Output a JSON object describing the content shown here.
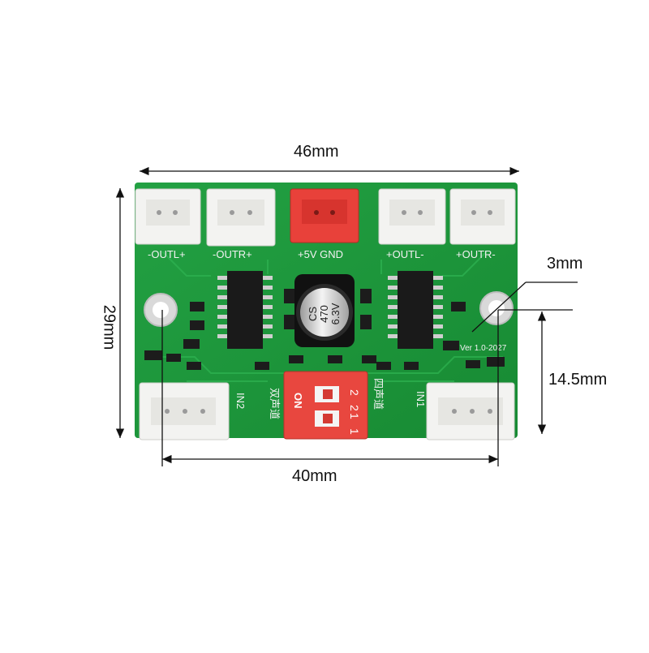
{
  "dimensions": {
    "width_top": "46mm",
    "height_left": "29mm",
    "hole_diameter": "3mm",
    "hole_offset": "14.5mm",
    "hole_spacing": "40mm"
  },
  "silkscreen": {
    "out_l1": "-OUTL+",
    "out_r1": "-OUTR+",
    "power": "+5V GND",
    "out_l2": "+OUTL-",
    "out_r2": "+OUTR-",
    "version": "Ver 1.0-2027",
    "in2": "IN2",
    "in1": "IN1",
    "dual_channel": "双声道",
    "four_channel": "四声道",
    "switch_on": "ON",
    "switch_1": "1",
    "switch_2": "2"
  },
  "capacitor": {
    "brand": "CS",
    "value": "470",
    "voltage": "6.3V"
  },
  "colors": {
    "pcb_green": "#1f9a3c",
    "connector_white": "#f3f3f1",
    "power_connector_red": "#e8413a",
    "dip_switch_red": "#e8473f"
  }
}
